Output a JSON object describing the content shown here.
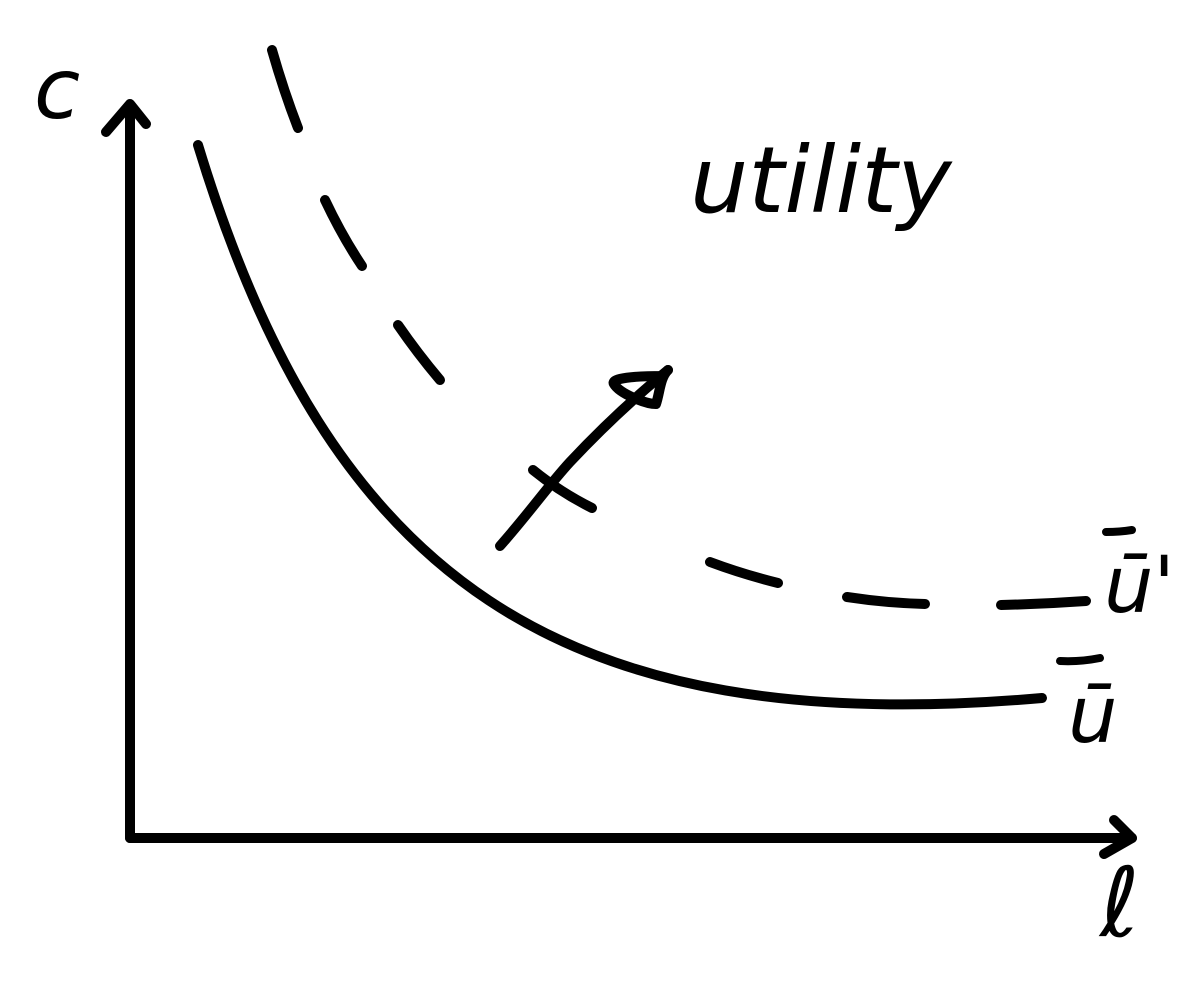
{
  "diagram": {
    "axes": {
      "y_label": "c",
      "x_label": "ℓ"
    },
    "curves": [
      {
        "label": "ū",
        "style": "solid"
      },
      {
        "label": "ū'",
        "style": "dashed"
      }
    ],
    "annotation": {
      "text": "utility",
      "direction": "increasing toward upper-right"
    },
    "colors": {
      "ink": "#000000",
      "background": "#ffffff"
    }
  }
}
